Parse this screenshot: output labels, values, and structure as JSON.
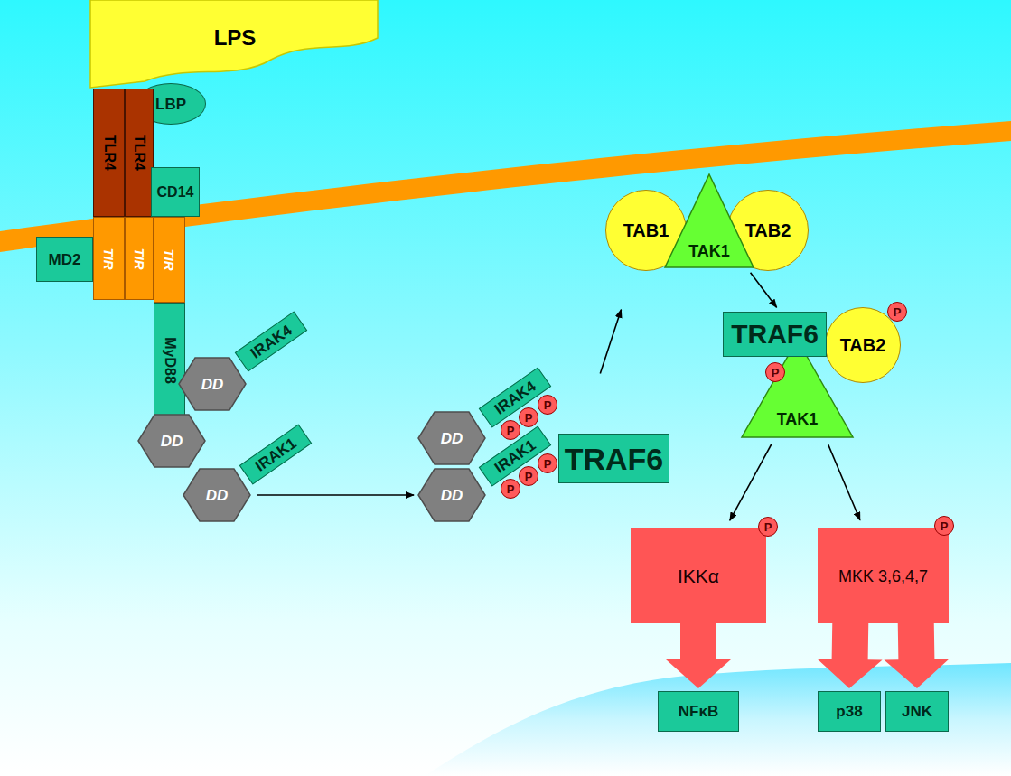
{
  "diagram": {
    "nodes": [
      {
        "text": [
          "LPS"
        ]
      },
      {
        "text": [
          "LBP"
        ]
      },
      {
        "text": [
          "TLR4"
        ]
      },
      {
        "text": [
          "TLR4"
        ]
      },
      {
        "text": [
          "CD14"
        ]
      },
      {
        "text": [
          "MD2"
        ]
      },
      {
        "text": [
          "TIR"
        ]
      },
      {
        "text": [
          "TIR"
        ]
      },
      {
        "text": [
          "TIR"
        ]
      },
      {
        "text": [
          "MyD88"
        ]
      },
      {
        "text": [
          "DD"
        ]
      },
      {
        "text": [
          "IRAK4"
        ]
      },
      {
        "text": [
          "DD"
        ]
      },
      {
        "text": [
          "DD"
        ]
      },
      {
        "text": [
          "IRAK1"
        ]
      },
      {
        "text": [
          "DD"
        ]
      },
      {
        "text": [
          "IRAK4"
        ]
      },
      {
        "text": [
          "DD"
        ]
      },
      {
        "text": [
          "IRAK1"
        ]
      },
      {
        "text": [
          "P"
        ]
      },
      {
        "text": [
          "P"
        ]
      },
      {
        "text": [
          "P"
        ]
      },
      {
        "text": [
          "P"
        ]
      },
      {
        "text": [
          "P"
        ]
      },
      {
        "text": [
          "P"
        ]
      },
      {
        "text": [
          "TRAF6"
        ]
      },
      {
        "text": [
          "TAB1"
        ]
      },
      {
        "text": [
          "TAK1"
        ]
      },
      {
        "text": [
          "TAB2"
        ]
      },
      {
        "text": [
          "TRAF6"
        ]
      },
      {
        "text": [
          "TAB2"
        ]
      },
      {
        "text": [
          "P"
        ]
      },
      {
        "text": [
          "TAK1"
        ]
      },
      {
        "text": [
          "P"
        ]
      },
      {
        "text": [
          "IKKα"
        ]
      },
      {
        "text": [
          "P"
        ]
      },
      {
        "text": [
          "MKK 3,6,4,7"
        ]
      },
      {
        "text": [
          "P"
        ]
      },
      {
        "text": [
          "NFκB"
        ]
      },
      {
        "text": [
          "p38"
        ]
      },
      {
        "text": [
          "JNK"
        ]
      }
    ],
    "edges": [
      {
        "from": 13,
        "to": 17,
        "arrow": "to"
      },
      {
        "from": 25,
        "to": 26,
        "arrow": "to"
      },
      {
        "from": 27,
        "to": 29,
        "arrow": "to"
      },
      {
        "from": 32,
        "to": 34,
        "arrow": "to"
      },
      {
        "from": 32,
        "to": 36,
        "arrow": "to"
      },
      {
        "from": 34,
        "to": 38,
        "arrow": "to"
      },
      {
        "from": 36,
        "to": 39,
        "arrow": "to"
      },
      {
        "from": 36,
        "to": 40,
        "arrow": "to"
      }
    ]
  }
}
